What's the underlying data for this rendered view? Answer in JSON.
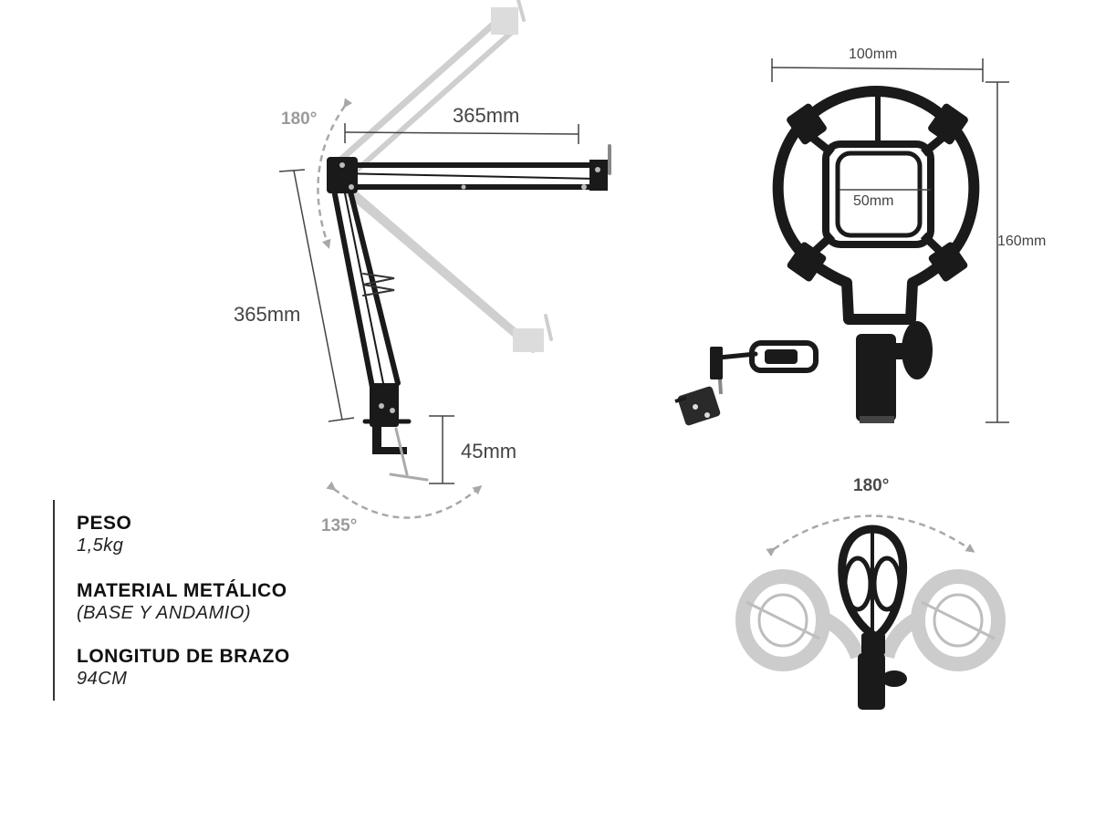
{
  "boom_arm": {
    "horizontal_length": "365mm",
    "vertical_length": "365mm",
    "clamp_height": "45mm",
    "top_rotation": "180°",
    "base_rotation": "135°"
  },
  "shock_mount": {
    "width": "100mm",
    "height": "160mm",
    "inner_diameter": "50mm",
    "rotation": "180°"
  },
  "specs": [
    {
      "title": "PESO",
      "value": "1,5kg"
    },
    {
      "title": "MATERIAL METÁLICO",
      "value": "(BASE Y ANDAMIO)"
    },
    {
      "title": "LONGITUD DE BRAZO",
      "value": "94CM"
    }
  ],
  "colors": {
    "arm": "#1a1a1a",
    "ghost": "#c8c8c8",
    "dimension_line": "#444444",
    "arrow_gray": "#a8a8a8"
  }
}
